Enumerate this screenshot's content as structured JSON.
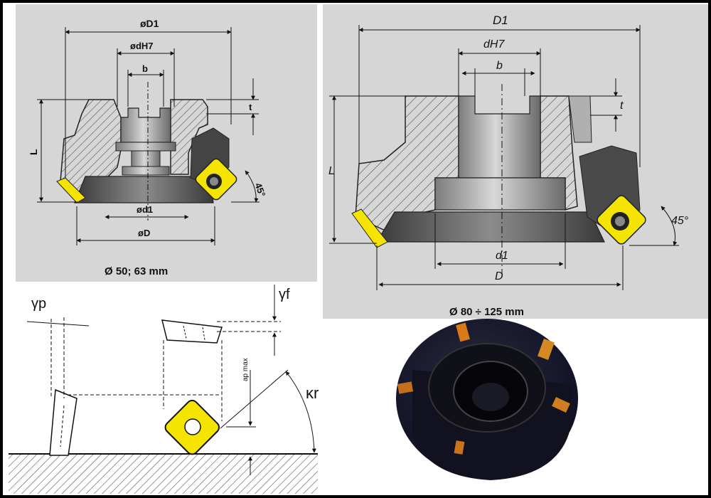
{
  "panel_small": {
    "labels": {
      "D1": "øD1",
      "dH7": "ødH7",
      "b": "b",
      "t": "t",
      "L": "L",
      "angle": "45°",
      "d1": "ød1",
      "D": "øD"
    },
    "caption": "Ø 50; 63 mm"
  },
  "panel_large": {
    "labels": {
      "D1": "D1",
      "dH7": "dH7",
      "b": "b",
      "t": "t",
      "L": "L",
      "angle": "45°",
      "d1": "d1",
      "D": "D"
    },
    "caption": "Ø 80 ÷ 125 mm"
  },
  "geometry_panel": {
    "labels": {
      "gamma_p": "γp",
      "gamma_f": "γf",
      "ap_max": "ap max",
      "kappa_r": "κr"
    }
  },
  "colors": {
    "panel_bg": "#d6d6d6",
    "insert_yellow": "#f4e400",
    "body_dark": "#3a3a3a",
    "frame": "#000000"
  }
}
